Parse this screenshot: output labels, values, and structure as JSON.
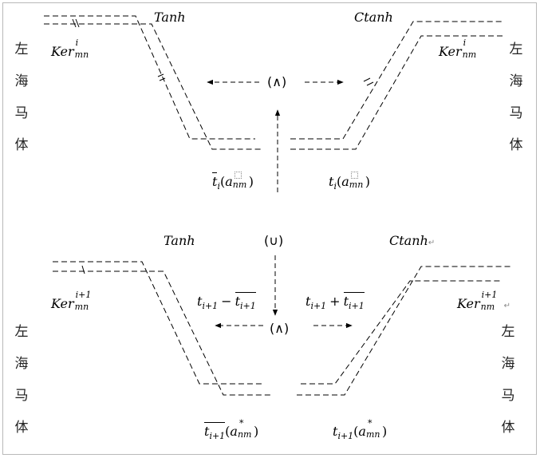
{
  "side_text": {
    "top_left": [
      "左",
      "海",
      "马",
      "体"
    ],
    "top_right": [
      "左",
      "海",
      "马",
      "体"
    ],
    "bottom_left": [
      "左",
      "海",
      "马",
      "体"
    ],
    "bottom_right": [
      "左",
      "海",
      "马",
      "体"
    ]
  },
  "top": {
    "left_title": "Tanh",
    "right_title": "Ctanh",
    "left_ker": {
      "base": "Ker",
      "sub": "mn",
      "sup": "i"
    },
    "right_ker": {
      "base": "Ker",
      "sub": "nm",
      "sup": "i"
    },
    "center_op": "(∧)",
    "bottom_left_formula": {
      "t": "t",
      "t_sub": "i",
      "a": "a",
      "a_sub": "nm"
    },
    "bottom_right_formula": {
      "t": "t",
      "t_sub": "i",
      "a": "a",
      "a_sub": "mn"
    }
  },
  "bottom": {
    "left_title": "Tanh",
    "right_title": "Ctanh",
    "union_op": "(∪)",
    "center_op": "(∧)",
    "left_ker": {
      "base": "Ker",
      "sub": "mn",
      "sup": "i+1"
    },
    "right_ker": {
      "base": "Ker",
      "sub": "nm",
      "sup": "i+1"
    },
    "minus_formula": {
      "t": "t",
      "sub": "i+1",
      "op": "−"
    },
    "plus_formula": {
      "t": "t",
      "sub": "i+1",
      "op": "+"
    },
    "bottom_left_formula": {
      "t": "t",
      "t_sub": "i+1",
      "a": "a",
      "a_sub": "nm",
      "a_sup": "*"
    },
    "bottom_right_formula": {
      "t": "t",
      "t_sub": "i+1",
      "a": "a",
      "a_sub": "mn",
      "a_sup": "*"
    }
  },
  "return_mark": "↵"
}
